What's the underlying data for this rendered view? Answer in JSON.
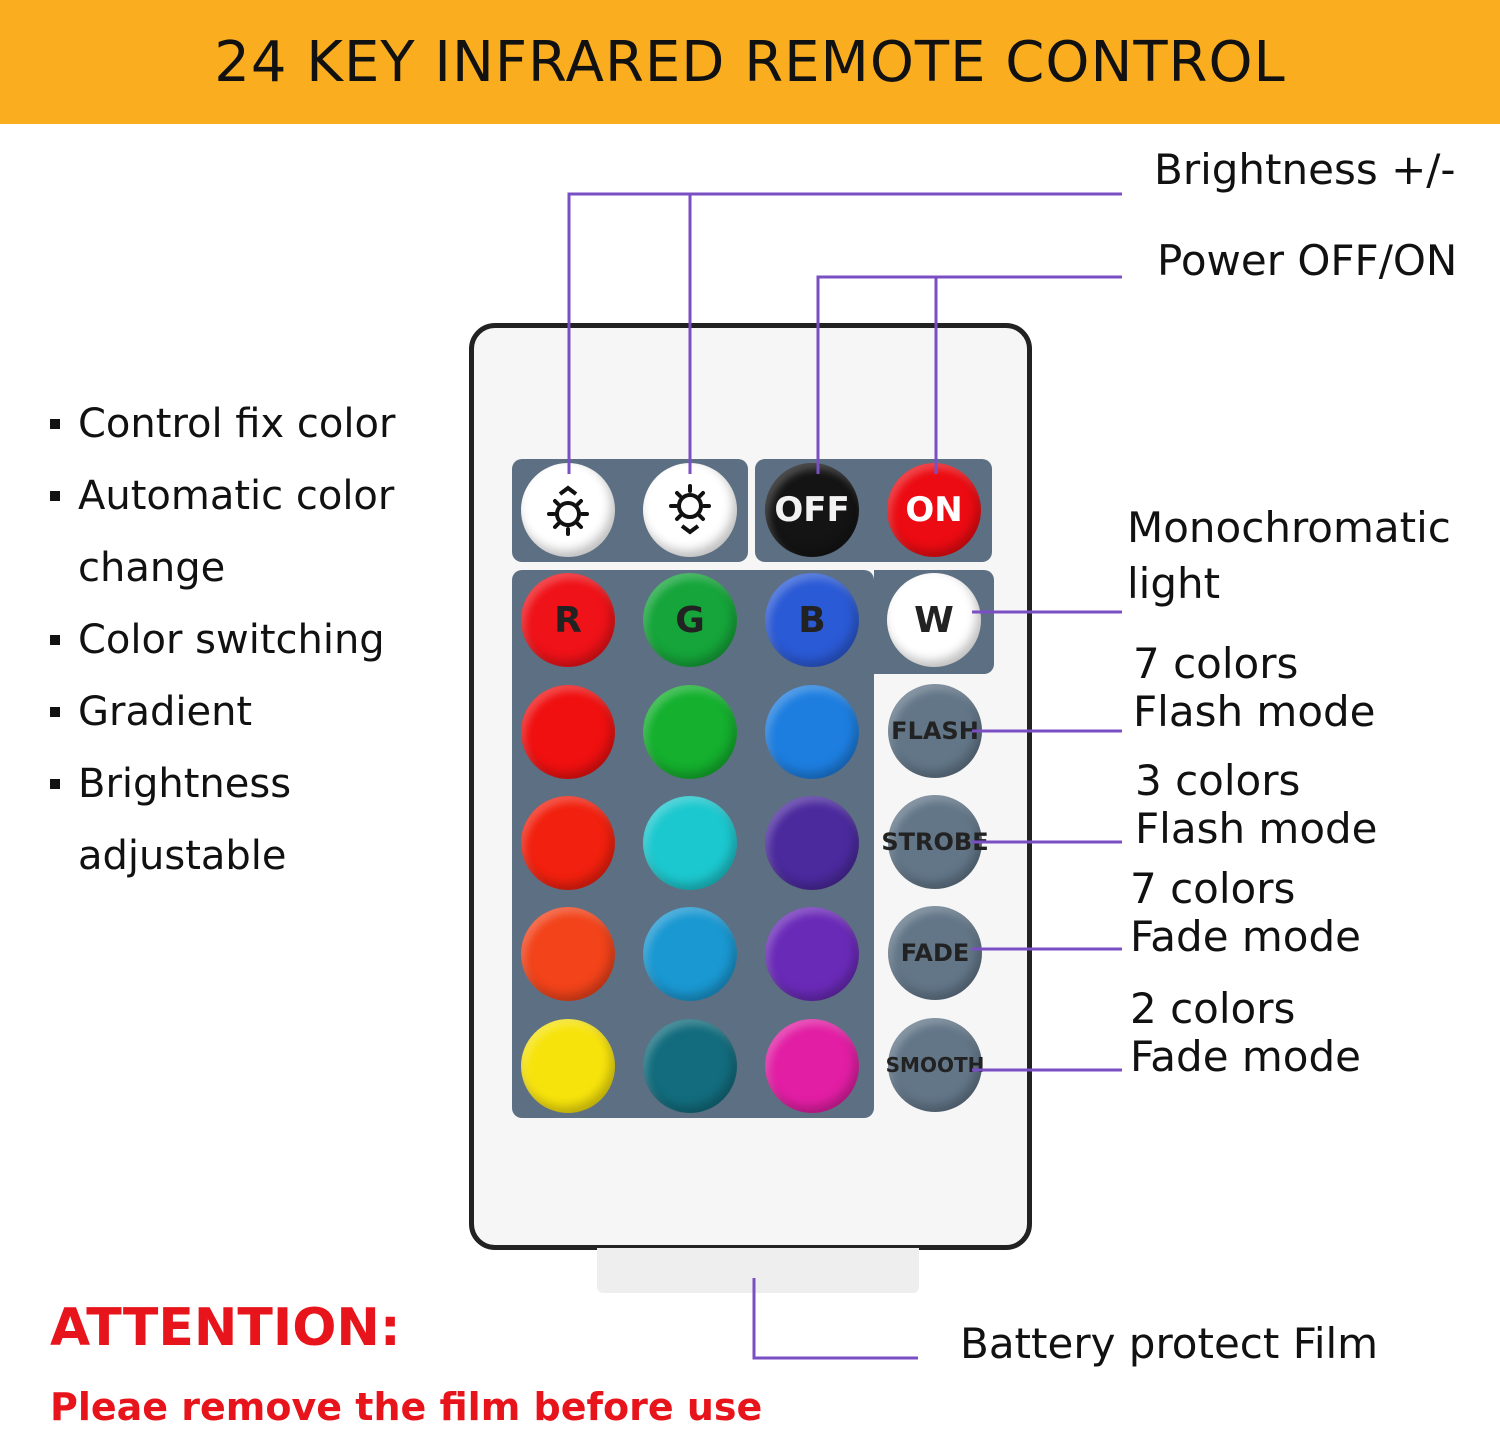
{
  "title": "24 KEY INFRARED REMOTE CONTROL",
  "features": [
    "Control fix color",
    "Automatic color change",
    "Color switching",
    "Gradient",
    "Brightness adjustable"
  ],
  "callouts": {
    "brightness": "Brightness +/-",
    "power": "Power OFF/ON",
    "mono_1": "Monochromatic",
    "mono_2": "light",
    "flash_1": "7 colors",
    "flash_2": "Flash mode",
    "strobe_1": "3 colors",
    "strobe_2": "Flash mode",
    "fade_1": "7 colors",
    "fade_2": "Fade mode",
    "smooth_1": "2 colors",
    "smooth_2": "Fade mode",
    "film": "Battery protect Film"
  },
  "remote": {
    "top_keys": {
      "off": "OFF",
      "on": "ON"
    },
    "rgbw": {
      "r": "R",
      "g": "G",
      "b": "B",
      "w": "W"
    },
    "modes": {
      "flash": "FLASH",
      "strobe": "STROBE",
      "fade": "FADE",
      "smooth": "SMOOTH"
    },
    "brightness_up_icon": "sun-up-icon",
    "brightness_down_icon": "sun-down-icon"
  },
  "attention": {
    "heading": "ATTENTION:",
    "note": "Pleae remove the film before use"
  },
  "colors": {
    "banner": "#f9ad1f",
    "leader_lines": "#7a4fc4",
    "attention": "#e8141b",
    "panel": "#5d6f82"
  }
}
